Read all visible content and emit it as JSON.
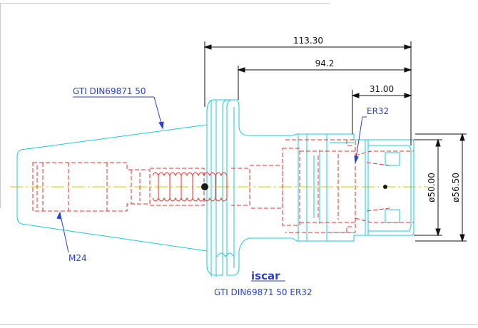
{
  "dimensions": {
    "overall_length": "113.30",
    "flange_to_face": "94.2",
    "nut_length": "31.00",
    "nut_diameter": "ø50.00",
    "flange_diameter": "ø56.50"
  },
  "labels": {
    "taper_standard": "GTI DIN69871 50",
    "collet_type": "ER32",
    "retention_thread": "M24",
    "part_designation": "GTI DIN69871 50 ER32"
  },
  "logo": {
    "text": "iscar"
  },
  "colors": {
    "body_outline": "#19c8d8",
    "internal_parts": "#e0302a",
    "dimension_lines": "#111111",
    "callout_text": "#2a3fd6",
    "centerline": "#d8c400",
    "logo": "#2a3fd6"
  }
}
